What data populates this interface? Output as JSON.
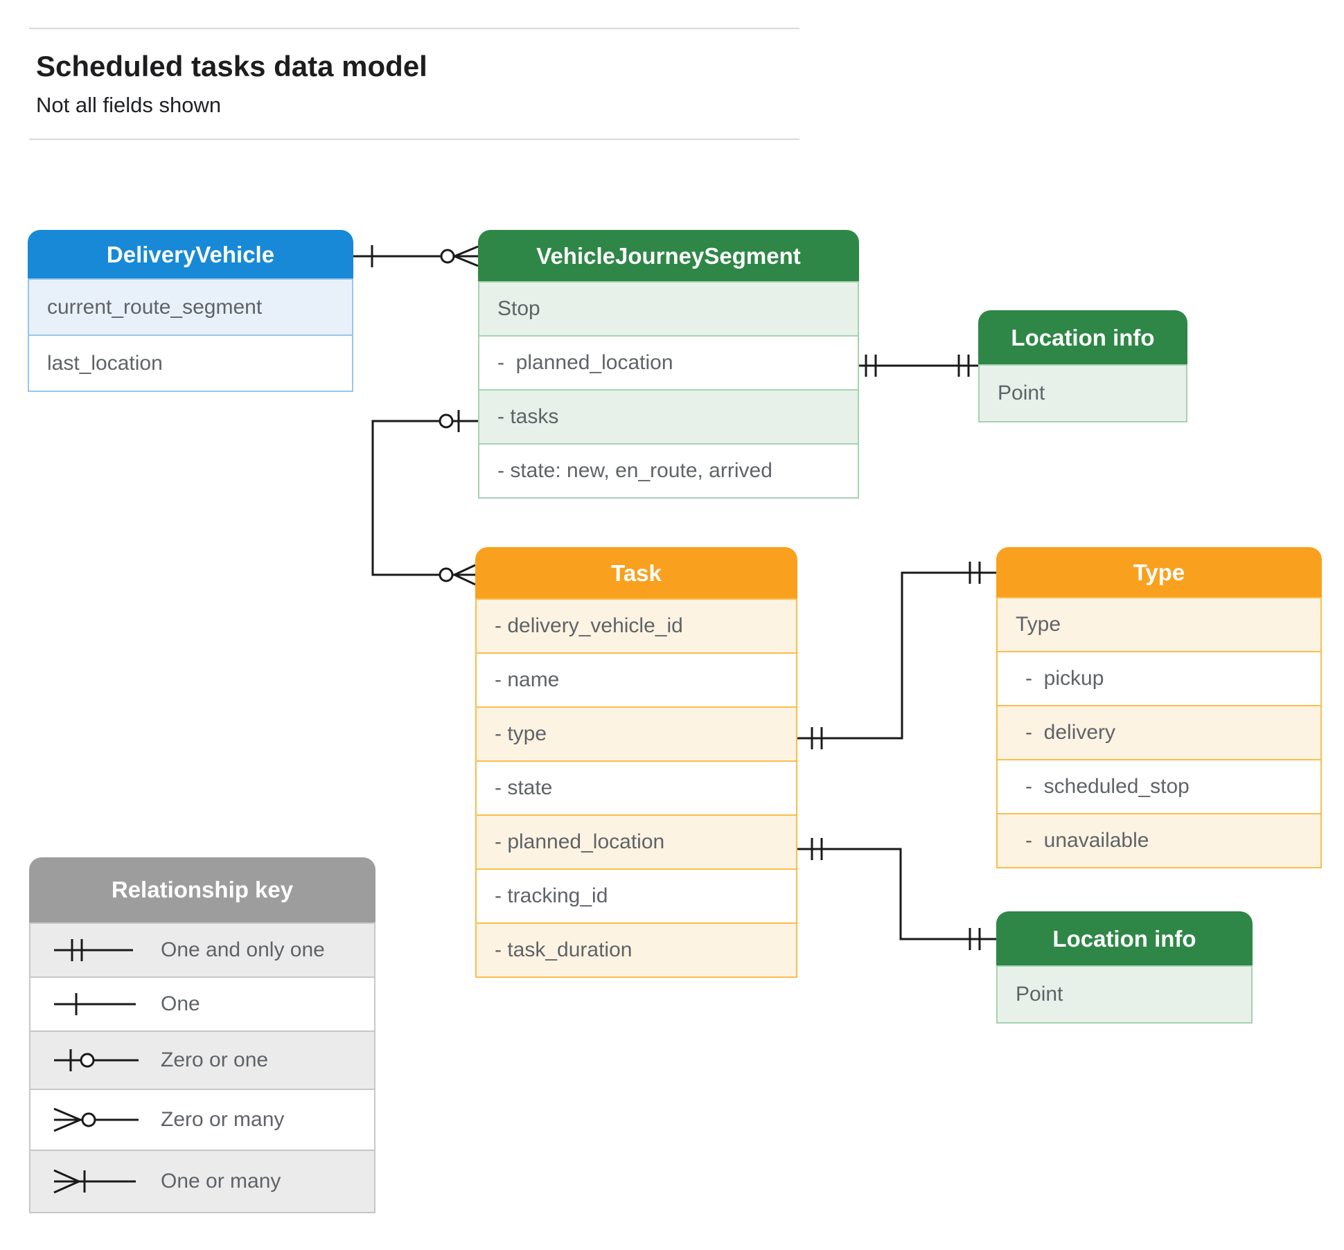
{
  "header": {
    "title": "Scheduled tasks data model",
    "subtitle": "Not all fields shown"
  },
  "entities": {
    "delivery_vehicle": {
      "title": "DeliveryVehicle",
      "rows": [
        "current_route_segment",
        "last_location"
      ]
    },
    "vehicle_journey_segment": {
      "title": "VehicleJourneySegment",
      "rows": [
        "Stop",
        "-  planned_location",
        "- tasks",
        "- state: new, en_route, arrived"
      ]
    },
    "location_info_top": {
      "title": "Location info",
      "rows": [
        "Point"
      ]
    },
    "task": {
      "title": "Task",
      "rows": [
        "- delivery_vehicle_id",
        "- name",
        "- type",
        "- state",
        "- planned_location",
        "- tracking_id",
        "- task_duration"
      ]
    },
    "type": {
      "title": "Type",
      "rows": [
        "Type",
        "-  pickup",
        "-  delivery",
        "-  scheduled_stop",
        "-  unavailable"
      ]
    },
    "location_info_bottom": {
      "title": "Location info",
      "rows": [
        "Point"
      ]
    }
  },
  "relationships": [
    {
      "from": "DeliveryVehicle",
      "to": "VehicleJourneySegment",
      "from_cardinality": "One",
      "to_cardinality": "Zero or many"
    },
    {
      "from": "VehicleJourneySegment.planned_location",
      "to": "Location info",
      "from_cardinality": "One and only one",
      "to_cardinality": "One and only one"
    },
    {
      "from": "VehicleJourneySegment.tasks",
      "to": "Task",
      "from_cardinality": "Zero or one",
      "to_cardinality": "Zero or many"
    },
    {
      "from": "Task.type",
      "to": "Type",
      "from_cardinality": "One and only one",
      "to_cardinality": "One and only one"
    },
    {
      "from": "Task.planned_location",
      "to": "Location info",
      "from_cardinality": "One and only one",
      "to_cardinality": "One and only one"
    }
  ],
  "legend": {
    "title": "Relationship key",
    "items": [
      {
        "symbol": "one-and-only-one",
        "label": "One and only one"
      },
      {
        "symbol": "one",
        "label": "One"
      },
      {
        "symbol": "zero-or-one",
        "label": "Zero or one"
      },
      {
        "symbol": "zero-or-many",
        "label": "Zero or many"
      },
      {
        "symbol": "one-or-many",
        "label": "One or many"
      }
    ]
  },
  "colors": {
    "blue_header": "#1789D6",
    "blue_row": "#E8F1FA",
    "blue_border": "#97C6EC",
    "green_header": "#2E8746",
    "green_row": "#E7F1E9",
    "green_border": "#A6D2B1",
    "orange_header": "#F9A11E",
    "orange_row": "#FDF3E2",
    "orange_border": "#FBBD4A",
    "gray_header": "#9D9D9D",
    "gray_row": "#EBEBEB",
    "gray_border": "#C7C7C7",
    "row_text": "#5F6368",
    "connector": "#1A1A1A",
    "divider": "#D8D8D8"
  }
}
